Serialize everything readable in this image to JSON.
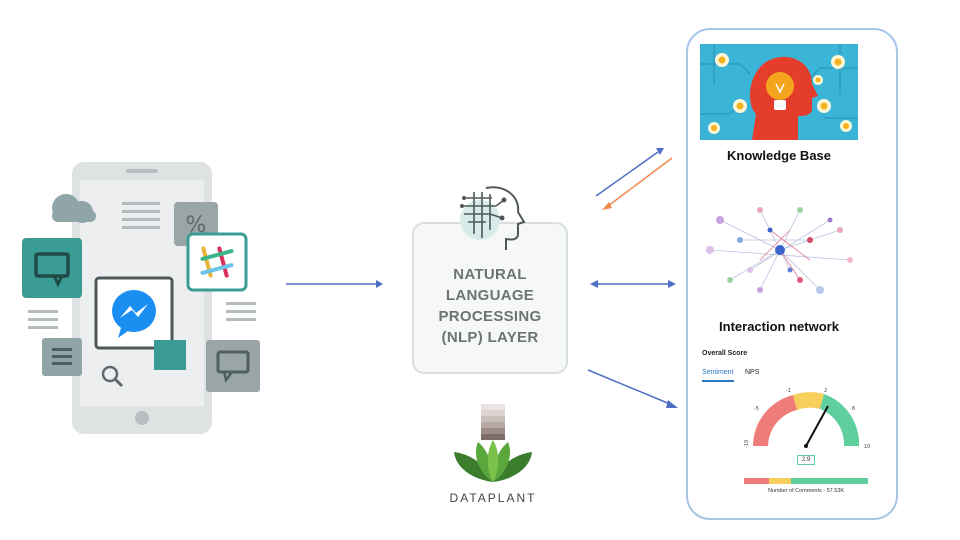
{
  "nlp": {
    "label": "NATURAL LANGUAGE PROCESSING (NLP) LAYER",
    "line1": "NATURAL",
    "line2": "LANGUAGE",
    "line3": "PROCESSING",
    "line4": "(NLP) LAYER"
  },
  "brand": {
    "name": "DATAPLANT"
  },
  "panel": {
    "knowledge_base": "Knowledge Base",
    "interaction_network": "Interaction network",
    "overall_score": "Overall Score",
    "tabs": [
      "Sentiment",
      "NPS"
    ],
    "gauge": {
      "value": "2.9",
      "ticks": [
        "-10",
        "-5",
        "-1",
        "2",
        "6",
        "10"
      ],
      "comments": "Number of Comments - 57.53K"
    }
  },
  "colors": {
    "teal": "#3a9c94",
    "arrow_blue": "#4f6fc4",
    "arrow_orange": "#f08a4b",
    "panel_border": "#a8c4e6"
  }
}
